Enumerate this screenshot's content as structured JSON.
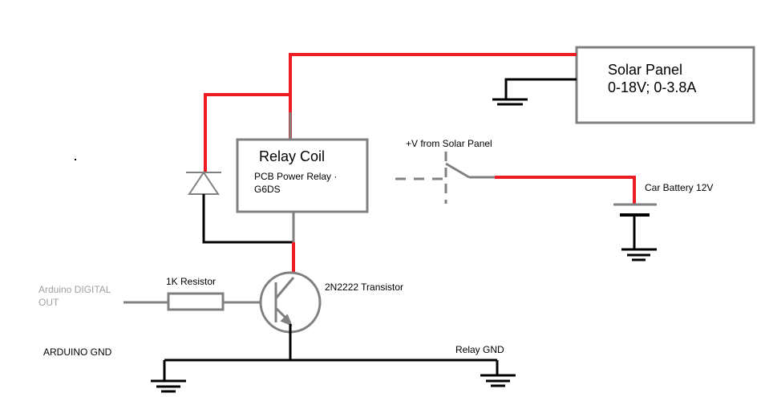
{
  "colors": {
    "positive_wire": "#ee1c24",
    "ground_wire": "#000000",
    "neutral_wire": "#808080",
    "box_stroke": "#808080",
    "muted_text": "#a0a0a0"
  },
  "components": {
    "solar_panel": {
      "title": "Solar Panel",
      "rating": "0-18V; 0-3.8A"
    },
    "relay": {
      "title": "Relay Coil",
      "model_line1": "PCB Power Relay ·",
      "model_line2": "G6DS"
    },
    "switch_label": "+V from Solar Panel",
    "battery_label": "Car Battery 12V",
    "resistor_label": "1K Resistor",
    "transistor_label": "2N2222 Transistor",
    "arduino_out_line1": "Arduino DIGITAL",
    "arduino_out_line2": "OUT",
    "arduino_gnd": "ARDUINO GND",
    "relay_gnd": "Relay GND"
  }
}
